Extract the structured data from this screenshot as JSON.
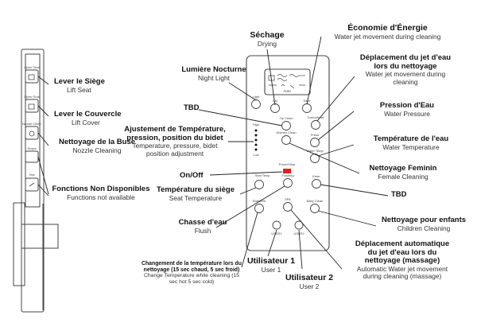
{
  "side_panel": {
    "button_tags": [
      "Open Seat",
      "Open Rust",
      "Nozzle Clean",
      "Scope",
      "Test"
    ]
  },
  "remote": {
    "screen_label": "Auto",
    "button_tags": {
      "light": "Light",
      "dry": "Dry",
      "save": "Save",
      "turbo_wave": "Turbo/Wave",
      "tip_clean": "Tip Clean",
      "high": "High",
      "press": "Press",
      "low": "Low",
      "women_clean": "Women Clean",
      "water_temp": "Water Temp",
      "power_stop": "Power/Stop",
      "seat_temp": "Seat Temp",
      "flushing": "Flushing",
      "enter": "Enter",
      "switcher": "Switch/Hi",
      "spa": "SPA",
      "baby_clean": "Baby Clean",
      "user1": "USER1",
      "user2": "USER2"
    }
  },
  "annotations": {
    "lever_siege": {
      "title": "Lever le Siège",
      "subtitle": "Lift Seat"
    },
    "lever_couvercle": {
      "title": "Lever le Couvercle",
      "subtitle": "Lift Cover"
    },
    "nettoyage_buse": {
      "title": "Nettoyage de la Buse",
      "subtitle": "Nozzle Cleaning"
    },
    "fonctions_nd": {
      "title": "Fonctions Non Disponibles",
      "subtitle": "Functions not available"
    },
    "sechage": {
      "title": "Séchage",
      "subtitle": "Drying"
    },
    "economie": {
      "title": "Économie d'Énergie",
      "subtitle": "Water jet movement during cleaning"
    },
    "lumiere": {
      "title": "Lumière Nocturne",
      "subtitle": "Night Light"
    },
    "deplacement_jet": {
      "title1": "Déplacement du jet d'eau",
      "title2": "lors du nettoyage",
      "subtitle1": "Water jet movement during",
      "subtitle2": "cleaning"
    },
    "tbd_top": {
      "title": "TBD"
    },
    "pression": {
      "title": "Pression d'Eau",
      "subtitle": "Water Pressure"
    },
    "ajustement": {
      "title1": "Ajustement de Température,",
      "title2": "pression, position du bidet",
      "subtitle1": "Temperature, pressure, bidet",
      "subtitle2": "position adjustment"
    },
    "temp_eau": {
      "title": "Température de l'eau",
      "subtitle": "Water Temperature"
    },
    "onoff": {
      "title": "On/Off"
    },
    "feminin": {
      "title": "Nettoyage Feminin",
      "subtitle": "Female Cleaning"
    },
    "temp_siege": {
      "title": "Température du siège",
      "subtitle": "Seat Temperature"
    },
    "tbd_right": {
      "title": "TBD"
    },
    "chasse": {
      "title": "Chasse d'eau",
      "subtitle": "Flush"
    },
    "enfants": {
      "title": "Nettoyage pour enfants",
      "subtitle": "Children Cleaning"
    },
    "auto_jet": {
      "title1": "Déplacement automatique",
      "title2": "du jet d'eau lors du",
      "title3": "nettoyage (massage)",
      "subtitle1": "Automatic Water jet movement",
      "subtitle2": "during cleaning (massage)"
    },
    "changement": {
      "title1": "Changement de la température lors du",
      "title2": "nettoyage (15 sec chaud, 5 sec froid)",
      "subtitle1": "Change Temperature while cleaning (15",
      "subtitle2": "sec hot 5 sec cold)"
    },
    "user1": {
      "title": "Utilisateur 1",
      "subtitle": "User 1"
    },
    "user2": {
      "title": "Utilisateur 2",
      "subtitle": "User 2"
    }
  }
}
